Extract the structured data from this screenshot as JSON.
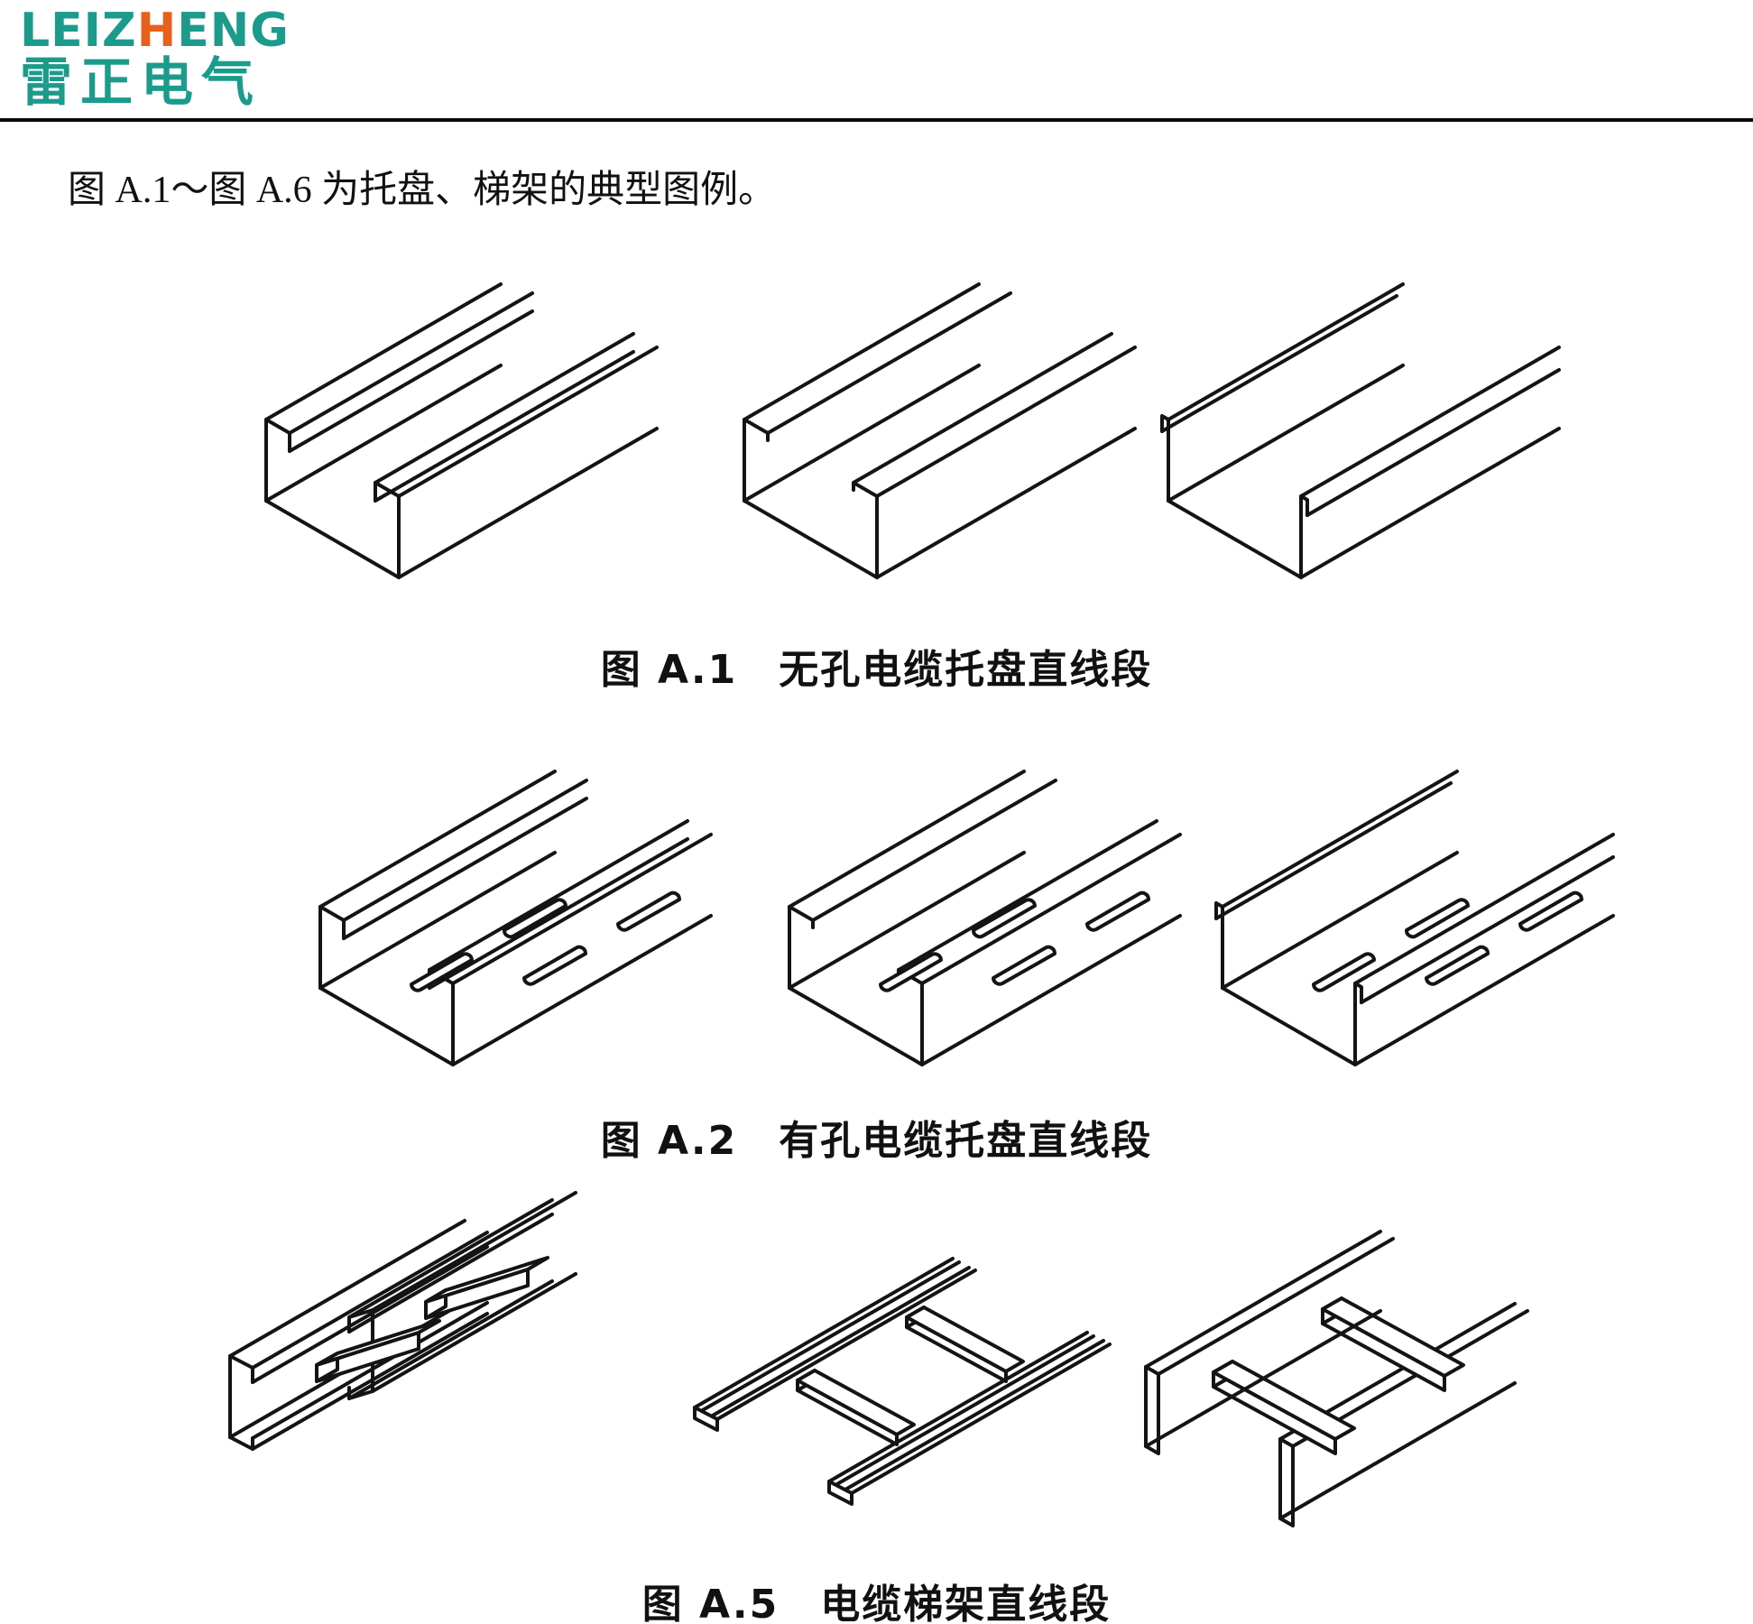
{
  "logo": {
    "latin_pre": "LEIZ",
    "latin_accent": "H",
    "latin_post": "ENG",
    "cjk": "雷正电气",
    "teal": "#1b9b8b",
    "orange": "#e8611c"
  },
  "intro_text": "图 A.1～图 A.6 为托盘、梯架的典型图例。",
  "figures": [
    {
      "id": "A.1",
      "caption": "图 A.1　无孔电缆托盘直线段",
      "type": "unperforated-cable-tray-straight-section",
      "variants": [
        "hemmed-inward-flange-tray",
        "plain-inward-flange-tray",
        "rolled-outward-edge-tray"
      ]
    },
    {
      "id": "A.2",
      "caption": "图 A.2　有孔电缆托盘直线段",
      "type": "perforated-cable-tray-straight-section",
      "variants": [
        "hemmed-inward-flange-tray-slotted",
        "plain-inward-flange-tray-slotted",
        "rolled-outward-edge-tray-slotted"
      ]
    },
    {
      "id": "A.5",
      "caption": "图 A.5　电缆梯架直线段",
      "type": "cable-ladder-straight-section",
      "variants": [
        "channel-rail-ladder",
        "top-view-channel-ladder",
        "flat-rail-ladder"
      ]
    }
  ]
}
